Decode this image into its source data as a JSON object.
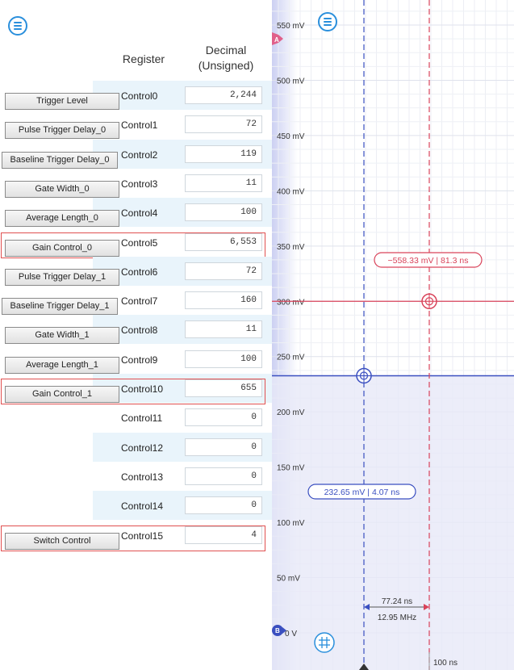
{
  "table": {
    "header_register": "Register",
    "header_decimal_line1": "Decimal",
    "header_decimal_line2": "(Unsigned)",
    "rows": [
      {
        "button": "Trigger Level",
        "register": "Control0",
        "value": "2,244"
      },
      {
        "button": "Pulse Trigger Delay_0",
        "register": "Control1",
        "value": "72"
      },
      {
        "button": "Baseline Trigger Delay_0",
        "register": "Control2",
        "value": "119"
      },
      {
        "button": "Gate Width_0",
        "register": "Control3",
        "value": "11"
      },
      {
        "button": "Average Length_0",
        "register": "Control4",
        "value": "100"
      },
      {
        "button": "Gain Control_0",
        "register": "Control5",
        "value": "6,553"
      },
      {
        "button": "Pulse Trigger Delay_1",
        "register": "Control6",
        "value": "72"
      },
      {
        "button": "Baseline Trigger Delay_1",
        "register": "Control7",
        "value": "160"
      },
      {
        "button": "Gate Width_1",
        "register": "Control8",
        "value": "11"
      },
      {
        "button": "Average Length_1",
        "register": "Control9",
        "value": "100"
      },
      {
        "button": "Gain Control_1",
        "register": "Control10",
        "value": "655"
      },
      {
        "button": "",
        "register": "Control11",
        "value": "0"
      },
      {
        "button": "",
        "register": "Control12",
        "value": "0"
      },
      {
        "button": "",
        "register": "Control13",
        "value": "0"
      },
      {
        "button": "",
        "register": "Control14",
        "value": "0"
      },
      {
        "button": "Switch Control",
        "register": "Control15",
        "value": "4"
      }
    ],
    "highlighted_rows": [
      "Control5",
      "Control10",
      "Control15"
    ]
  },
  "scope": {
    "y_axis_labels": [
      "550 mV",
      "500 mV",
      "450 mV",
      "400 mV",
      "350 mV",
      "300 mV",
      "250 mV",
      "200 mV",
      "150 mV",
      "100 mV",
      "50 mV",
      "0 V"
    ],
    "x_axis_label": "100 ns",
    "marker_a": "A",
    "marker_b": "B",
    "cursor_red_readout": "−558.33 mV | 81.3 ns",
    "cursor_blue_readout": "232.65 mV | 4.07 ns",
    "delta_time": "77.24 ns",
    "delta_freq": "12.95 MHz",
    "colors": {
      "accent": "#2a8fdc",
      "red_cursor": "#d9435a",
      "blue_cursor": "#3a4fc0",
      "highlight_border": "#e05050"
    }
  }
}
